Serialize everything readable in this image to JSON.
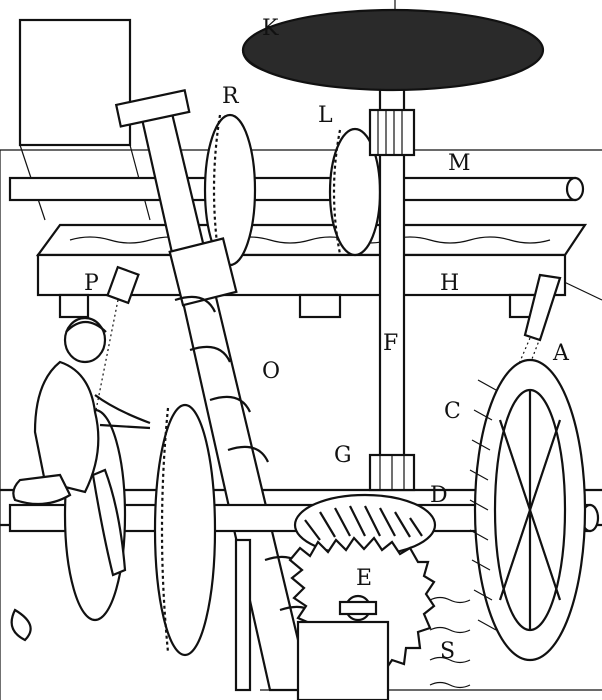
{
  "diagram": {
    "ink_color": "#111111",
    "paper_color": "#ffffff",
    "stone_color": "#2a2a2a",
    "labels": {
      "A": "A",
      "C": "C",
      "D": "D",
      "E": "E",
      "F": "F",
      "G": "G",
      "H": "H",
      "K": "K",
      "L": "L",
      "M": "M",
      "O": "O",
      "P": "P",
      "R": "R",
      "S": "S"
    }
  }
}
